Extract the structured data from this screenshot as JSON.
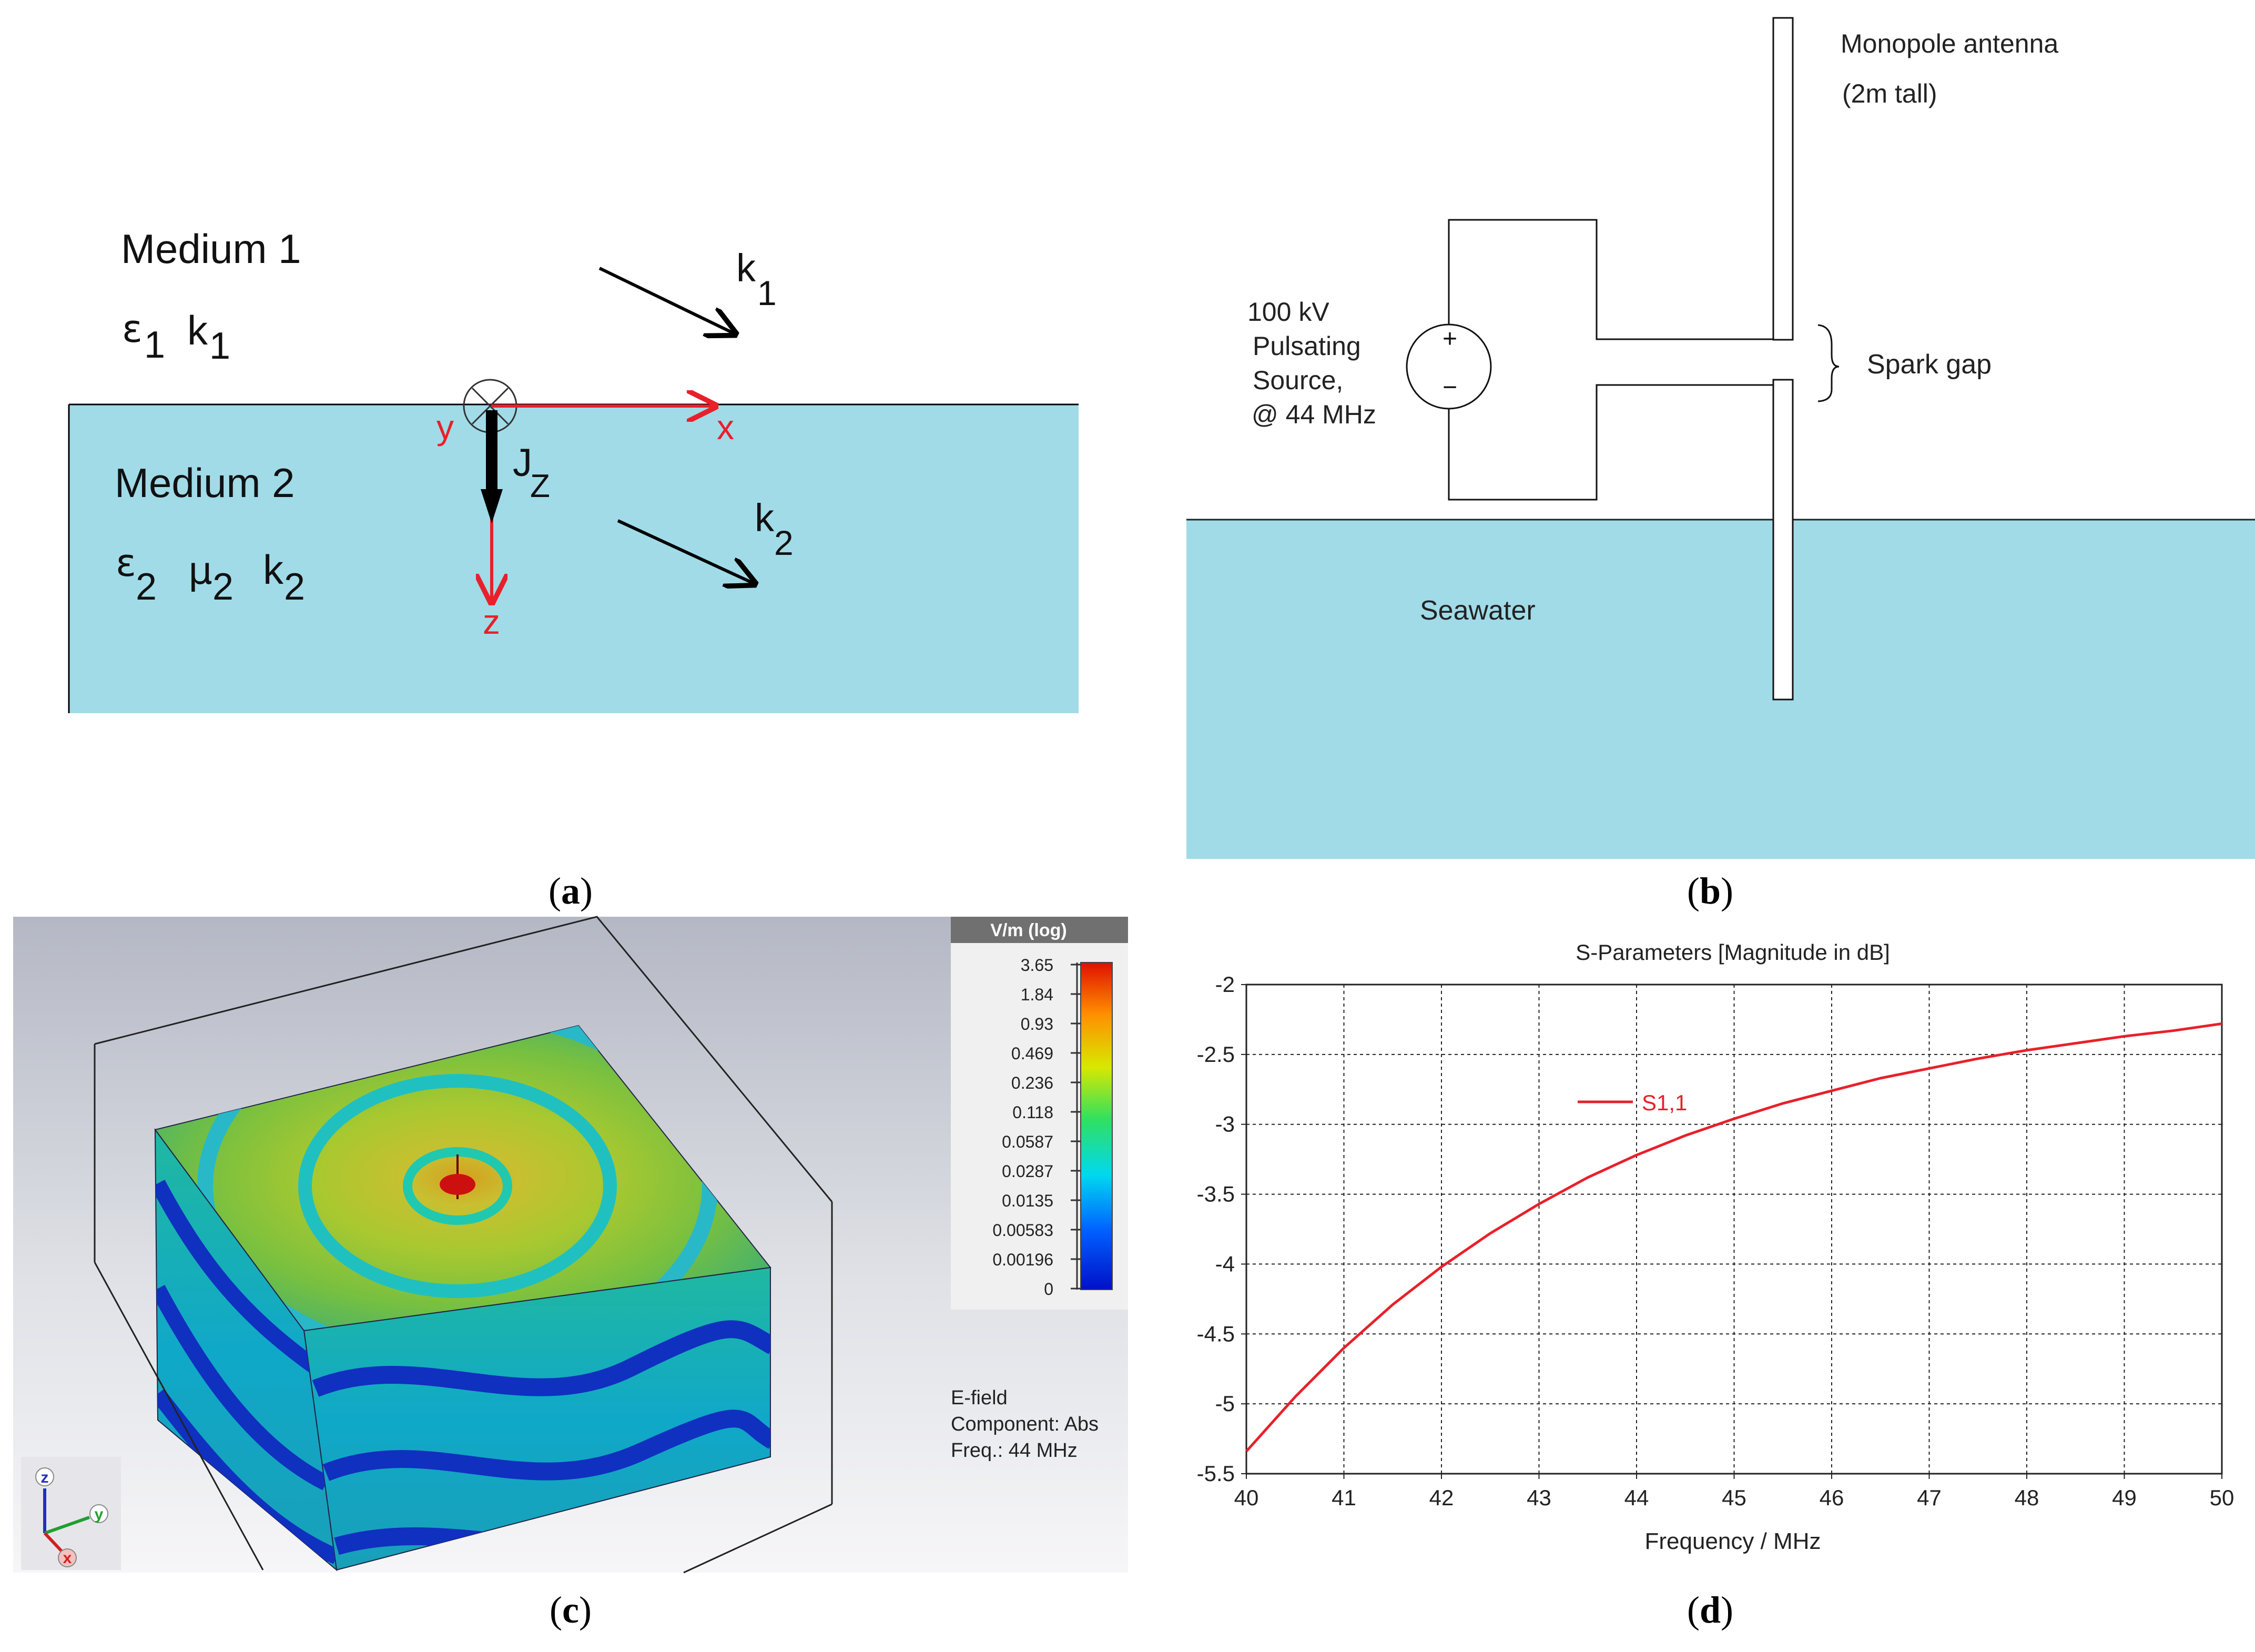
{
  "panel_a": {
    "caption_letter": "a",
    "medium1_label": "Medium 1",
    "medium1_eps": "ε",
    "medium1_eps_sub": "1",
    "medium1_k": "k",
    "medium1_k_sub": "1",
    "medium2_label": "Medium 2",
    "medium2_eps": "ε",
    "medium2_eps_sub": "2",
    "medium2_mu": "μ",
    "medium2_mu_sub": "2",
    "medium2_k": "k",
    "medium2_k_sub": "2",
    "k1_label": "k",
    "k1_sub": "1",
    "k2_label": "k",
    "k2_sub": "2",
    "x_label": "x",
    "y_label": "y",
    "z_label": "z",
    "jz_label": "J",
    "jz_sub": "Z",
    "colors": {
      "water": "#a1dbe8",
      "axis": "#e8202a"
    }
  },
  "panel_b": {
    "caption_letter": "b",
    "antenna_label": "Monopole antenna",
    "antenna_height": "(2m tall)",
    "source_line1": "100 kV",
    "source_line2": "Pulsating",
    "source_line3": "Source,",
    "source_line4": "@ 44 MHz",
    "plus": "+",
    "minus": "−",
    "spark_gap_label": "Spark gap",
    "seawater_label": "Seawater",
    "colors": {
      "water": "#a1dbe8"
    }
  },
  "panel_c": {
    "caption_letter": "c",
    "legend_title": "V/m (log)",
    "legend_ticks": [
      "3.65",
      "1.84",
      "0.93",
      "0.469",
      "0.236",
      "0.118",
      "0.0587",
      "0.0287",
      "0.0135",
      "0.00583",
      "0.00196",
      "0"
    ],
    "info_line1": "E-field",
    "info_line2": "Component: Abs",
    "info_line3": "Freq.: 44 MHz",
    "axis_z": "z",
    "axis_y": "y",
    "axis_x": "x"
  },
  "chart_data": {
    "caption_letter": "d",
    "type": "line",
    "title": "S-Parameters [Magnitude in dB]",
    "xlabel": "Frequency / MHz",
    "ylabel": "",
    "xlim": [
      40,
      50
    ],
    "ylim": [
      -5.5,
      -2
    ],
    "xticks": [
      "40",
      "41",
      "42",
      "43",
      "44",
      "45",
      "46",
      "47",
      "48",
      "49",
      "50"
    ],
    "yticks": [
      "-2",
      "-2.5",
      "-3",
      "-3.5",
      "-4",
      "-4.5",
      "-5",
      "-5.5"
    ],
    "grid": true,
    "legend_position": "top-left",
    "series": [
      {
        "name": "S1,1",
        "color": "#e8202a",
        "x": [
          40,
          40.5,
          41,
          41.5,
          42,
          42.5,
          43,
          43.5,
          44,
          44.5,
          45,
          45.5,
          46,
          46.5,
          47,
          47.5,
          48,
          48.5,
          49,
          49.5,
          50
        ],
        "y": [
          -5.34,
          -4.95,
          -4.6,
          -4.29,
          -4.02,
          -3.78,
          -3.57,
          -3.38,
          -3.22,
          -3.08,
          -2.96,
          -2.85,
          -2.76,
          -2.67,
          -2.6,
          -2.53,
          -2.47,
          -2.42,
          -2.37,
          -2.33,
          -2.28
        ]
      }
    ]
  }
}
